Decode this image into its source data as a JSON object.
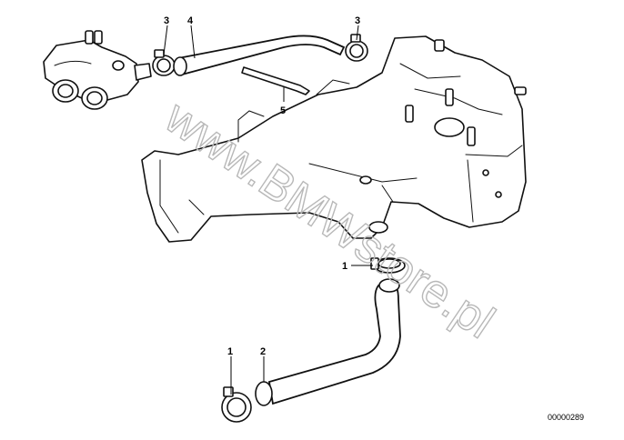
{
  "diagram": {
    "callouts": [
      "1",
      "1",
      "2",
      "3",
      "3",
      "4",
      "5"
    ],
    "watermark": "www.BMWstore.pl",
    "document_number": "00000289"
  }
}
